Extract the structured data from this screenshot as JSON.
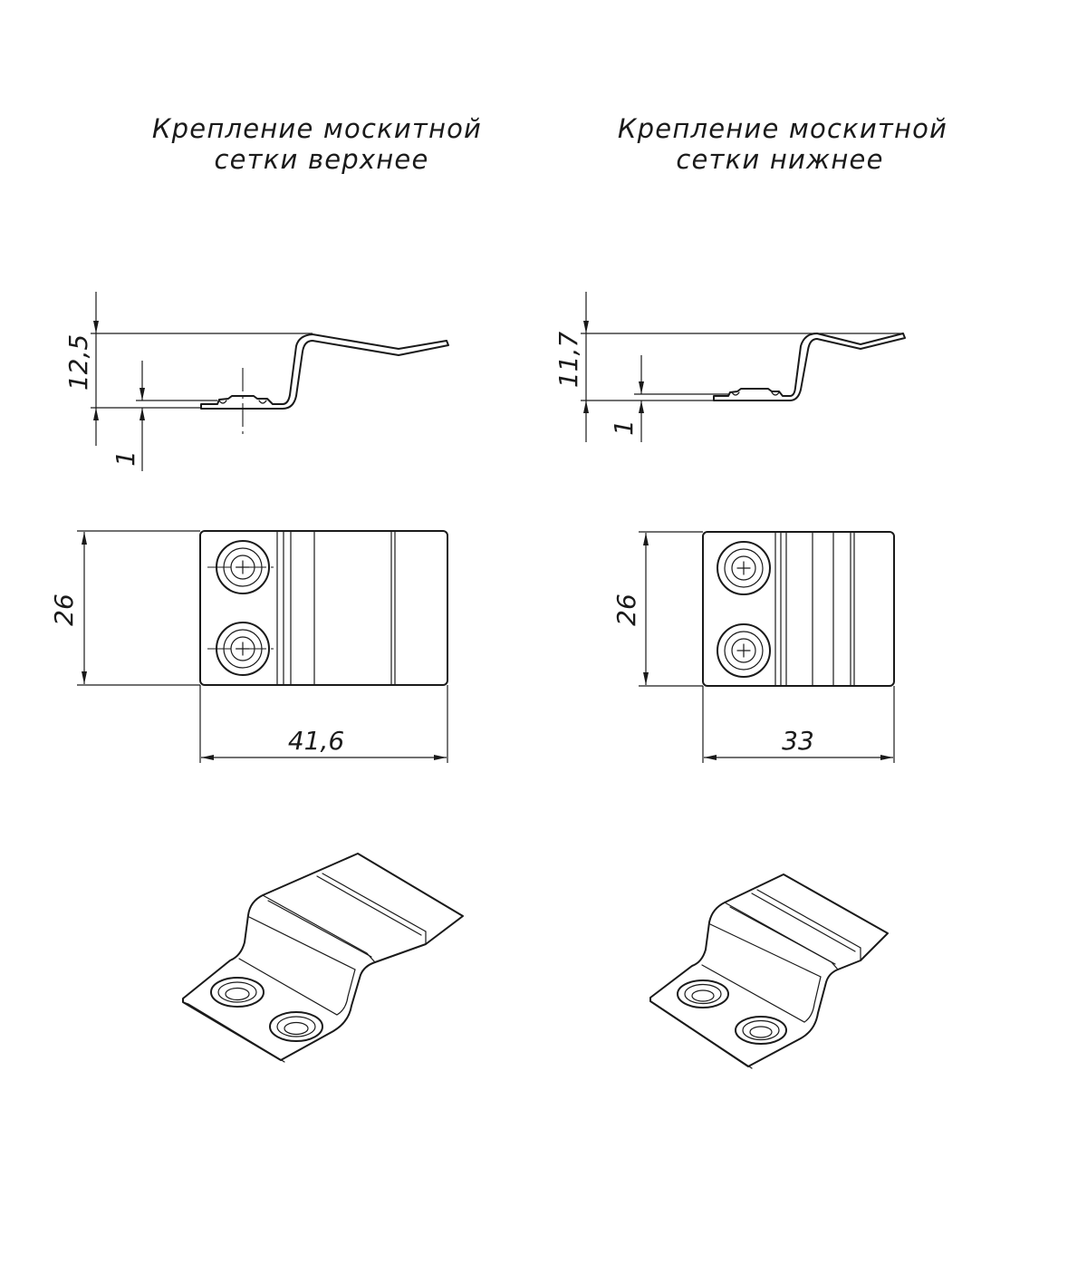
{
  "parts": [
    {
      "title_line1": "Крепление москитной",
      "title_line2": "сетки верхнее",
      "height_dim": "12,5",
      "thickness_dim": "1",
      "width_dim": "26",
      "length_dim": "41,6"
    },
    {
      "title_line1": "Крепление москитной",
      "title_line2": "сетки нижнее",
      "height_dim": "11,7",
      "thickness_dim": "1",
      "width_dim": "26",
      "length_dim": "33"
    }
  ]
}
